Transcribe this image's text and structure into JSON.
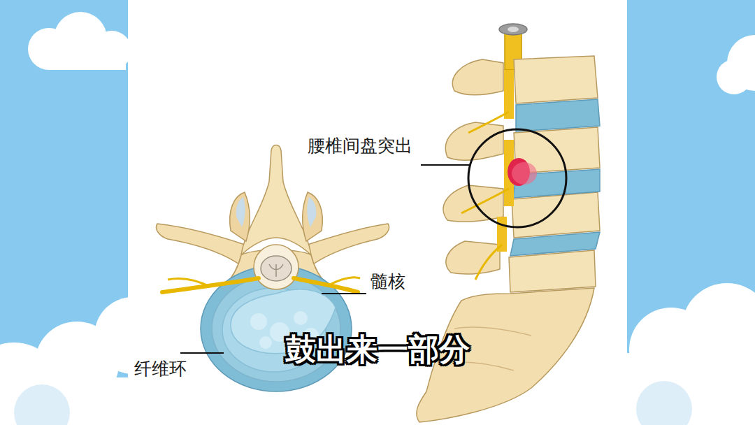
{
  "diagram": {
    "caption": "鼓出来一部分",
    "labels": [
      "腰椎间盘突出",
      "髓核",
      "纤维环"
    ]
  }
}
